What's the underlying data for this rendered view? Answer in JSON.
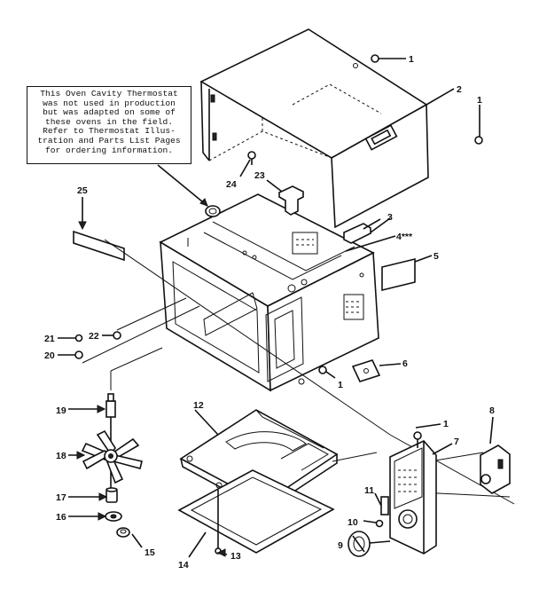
{
  "note": {
    "lines": [
      "This Oven Cavity Thermostat",
      "was not used in production",
      "but was adapted on some of",
      "these ovens in the field.",
      "Refer to Thermostat Illus-",
      "tration and Parts List Pages",
      "for ordering information."
    ]
  },
  "callouts": {
    "c1a": "1",
    "c1b": "1",
    "c1c": "1",
    "c1d": "1",
    "c2": "2",
    "c3": "3",
    "c4": "4***",
    "c5": "5",
    "c6": "6",
    "c7": "7",
    "c8": "8",
    "c9": "9",
    "c10": "10",
    "c11": "11",
    "c12": "12",
    "c13": "13",
    "c14": "14",
    "c15": "15",
    "c16": "16",
    "c17": "17",
    "c18": "18",
    "c19": "19",
    "c20": "20",
    "c21": "21",
    "c22": "22",
    "c23": "23",
    "c24": "24",
    "c25": "25"
  }
}
